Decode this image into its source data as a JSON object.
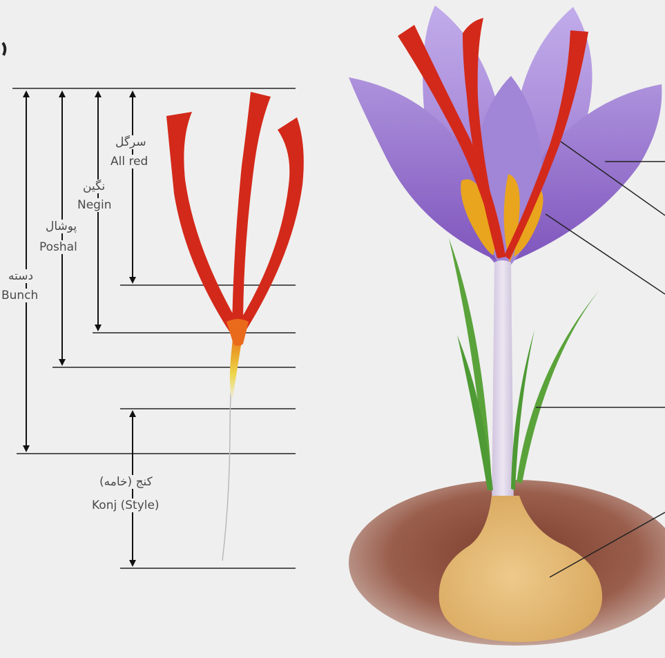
{
  "diagram": {
    "segments": [
      {
        "id": "all-red",
        "fa": "سرگل",
        "en": "All red"
      },
      {
        "id": "negin",
        "fa": "نگین",
        "en": "Negin"
      },
      {
        "id": "poshal",
        "fa": "پوشال",
        "en": "Poshal"
      },
      {
        "id": "bunch",
        "fa": "دسته",
        "en": "Bunch"
      },
      {
        "id": "konj",
        "fa": "کنج (خامه)",
        "en": "Konj (Style)"
      }
    ],
    "colors": {
      "background": "#efefef",
      "stigma_red": "#d42a1c",
      "petal_purple": "#9d7fd0",
      "anther_yellow": "#e7a61e",
      "leaf_green": "#5aa33a",
      "bulb_tan": "#e2b672",
      "soil_brown": "#8a4d3c"
    }
  }
}
